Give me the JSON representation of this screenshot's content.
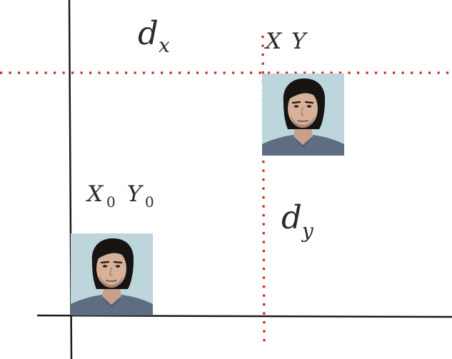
{
  "labels": {
    "dx_main": "d",
    "dx_sub": "x",
    "dy_main": "d",
    "dy_sub": "y",
    "target_x": "X",
    "target_y": "Y",
    "origin_x": "X",
    "origin_x_sub": "0",
    "origin_y": "Y",
    "origin_y_sub": "0"
  },
  "colors": {
    "axis": "#1a1a1a",
    "guide": "#d62020",
    "background": "#ffffff",
    "photo_bg": "#b7d3d8",
    "skin": "#d7b199",
    "hair": "#171312",
    "shirt": "#5d6e82"
  },
  "images": {
    "origin_photo": "portrait-photo",
    "target_photo": "portrait-photo"
  }
}
